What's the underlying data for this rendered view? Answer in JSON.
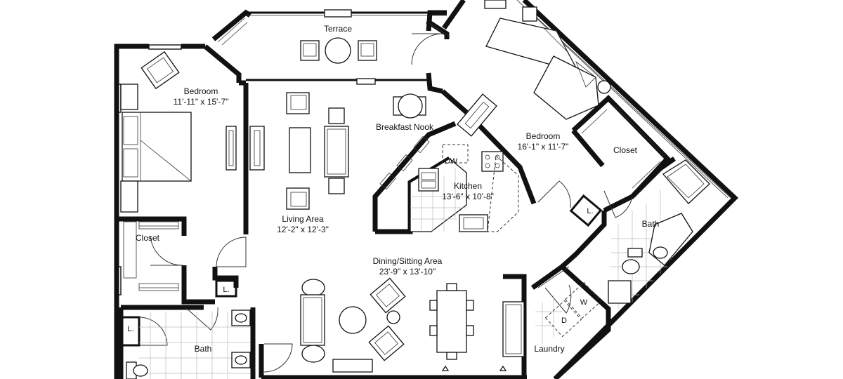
{
  "rooms": {
    "terrace": {
      "name": "Terrace"
    },
    "bedroom_left": {
      "name": "Bedroom",
      "dims": "11'-11\" x 15'-7\""
    },
    "closet_left": {
      "name": "Closet"
    },
    "living": {
      "name": "Living Area",
      "dims": "12'-2\" x 12'-3\""
    },
    "breakfast": {
      "name": "Breakfast Nook"
    },
    "kitchen": {
      "name": "Kitchen",
      "dims": "13'-6\" x 10'-8\"",
      "dw": "DW"
    },
    "bedroom_right": {
      "name": "Bedroom",
      "dims": "16'-1\" x 11'-7\""
    },
    "closet_right": {
      "name": "Closet"
    },
    "bath_right": {
      "name": "Bath"
    },
    "dining": {
      "name": "Dining/Sitting Area",
      "dims": "23'-9\" x 13'-10\""
    },
    "laundry": {
      "name": "Laundry",
      "dryer": "D",
      "washer": "W"
    },
    "bath_left": {
      "name": "Bath"
    }
  },
  "linen_marks": [
    "L.",
    "L.",
    "L."
  ]
}
